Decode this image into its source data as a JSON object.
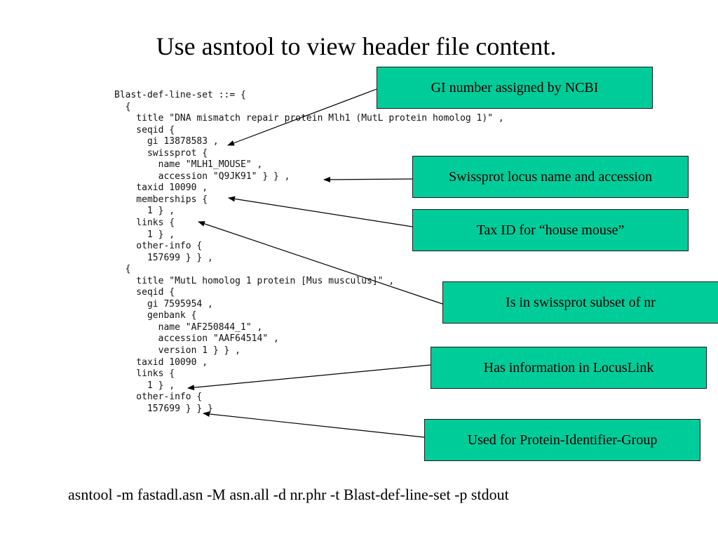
{
  "slide": {
    "title": "Use asntool to view header file content.",
    "command": "asntool -m fastadl.asn -M asn.all -d nr.phr -t Blast-def-line-set -p stdout"
  },
  "code_lines": [
    "Blast-def-line-set ::= {",
    "  {",
    "    title \"DNA mismatch repair protein Mlh1 (MutL protein homolog 1)\" ,",
    "    seqid {",
    "      gi 13878583 ,",
    "      swissprot {",
    "        name \"MLH1_MOUSE\" ,",
    "        accession \"Q9JK91\" } } ,",
    "    taxid 10090 ,",
    "    memberships {",
    "      1 } ,",
    "    links {",
    "      1 } ,",
    "    other-info {",
    "      157699 } } ,",
    "  {",
    "    title \"MutL homolog 1 protein [Mus musculus]\" ,",
    "    seqid {",
    "      gi 7595954 ,",
    "      genbank {",
    "        name \"AF250844_1\" ,",
    "        accession \"AAF64514\" ,",
    "        version 1 } } ,",
    "    taxid 10090 ,",
    "    links {",
    "      1 } ,",
    "    other-info {",
    "      157699 } } }"
  ],
  "callouts": {
    "gi": "GI number assigned by NCBI",
    "swissprot": "Swissprot locus name and accession",
    "taxid": "Tax ID for “house mouse”",
    "subset": "Is in swissprot subset of nr",
    "locuslink": "Has information in LocusLink",
    "pig": "Used for Protein-Identifier-Group"
  },
  "colors": {
    "callout_fill": "#00cc99",
    "callout_border": "#1a1a1a"
  }
}
